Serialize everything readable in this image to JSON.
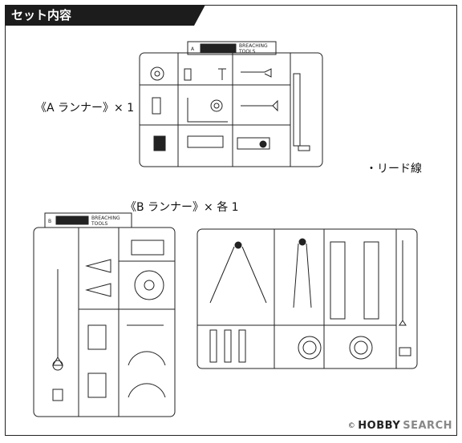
{
  "header": {
    "title": "セット内容"
  },
  "runner_a": {
    "label": "《A ランナー》× 1",
    "tag_letter": "A",
    "tag_text_line1": "BREACHING",
    "tag_text_line2": "TOOLS"
  },
  "runner_b": {
    "label": "《B ランナー》× 各 1",
    "tag_letter": "B",
    "tag_text_line1": "BREACHING",
    "tag_text_line2": "TOOLS"
  },
  "lead_wire": {
    "label": "・リード線"
  },
  "watermark": {
    "copyright": "©",
    "brand": "HOBBY",
    "search": "SEARCH"
  }
}
